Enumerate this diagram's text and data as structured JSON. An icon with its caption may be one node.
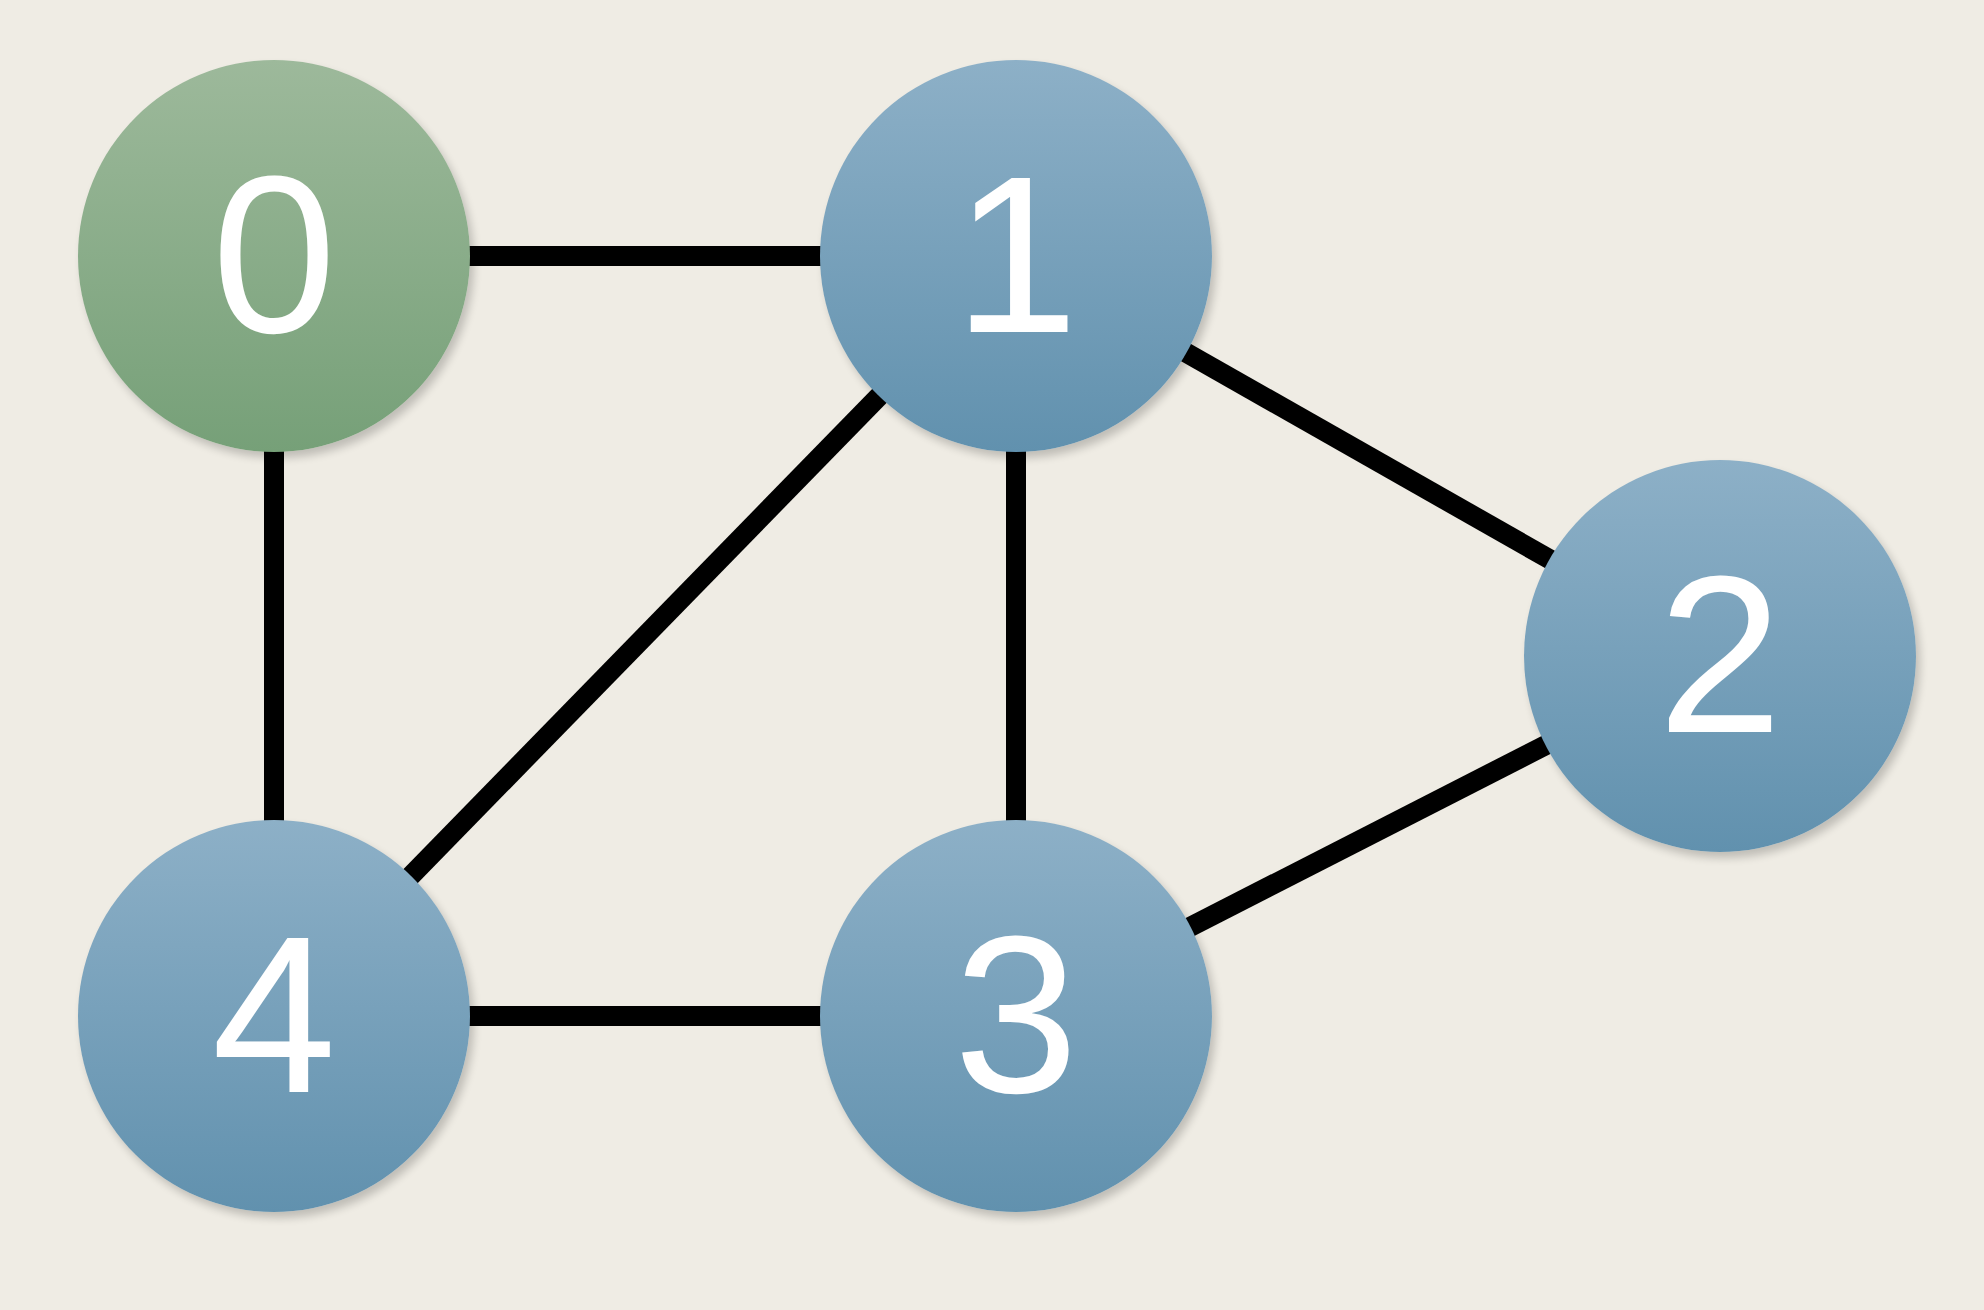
{
  "diagram": {
    "nodes": [
      {
        "text": [
          "0"
        ]
      },
      {
        "text": [
          "1"
        ]
      },
      {
        "text": [
          "2"
        ]
      },
      {
        "text": [
          "3"
        ]
      },
      {
        "text": [
          "4"
        ]
      }
    ],
    "edges": [
      {
        "from": 0,
        "to": 1,
        "arrow": "none"
      },
      {
        "from": 0,
        "to": 4,
        "arrow": "none"
      },
      {
        "from": 1,
        "to": 2,
        "arrow": "none"
      },
      {
        "from": 1,
        "to": 4,
        "arrow": "none"
      },
      {
        "from": 1,
        "to": 3,
        "arrow": "none"
      },
      {
        "from": 2,
        "to": 3,
        "arrow": "none"
      },
      {
        "from": 4,
        "to": 3,
        "arrow": "none"
      }
    ]
  }
}
